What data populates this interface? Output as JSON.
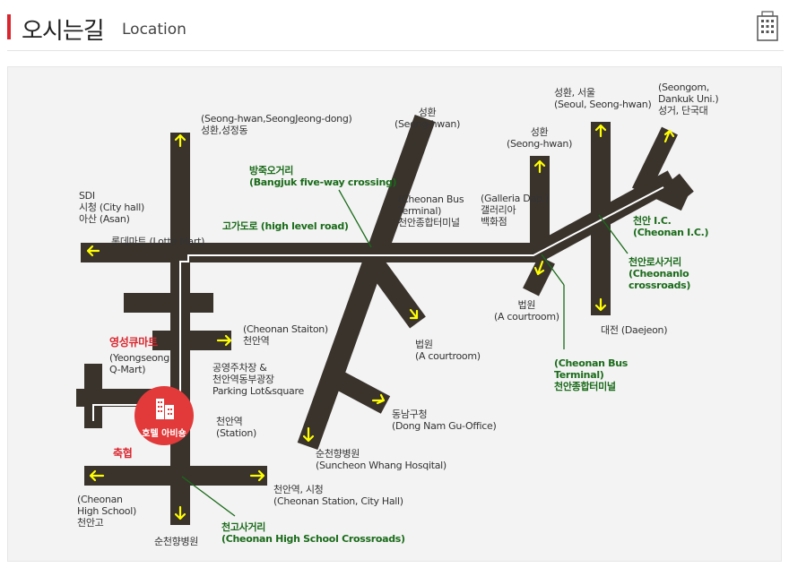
{
  "header": {
    "title_ko": "오시는길",
    "title_en": "Location",
    "building_icon": "building-icon"
  },
  "colors": {
    "road": "#3a332c",
    "arrow": "#ffff00",
    "accent_red": "#d9262e",
    "label_green": "#1a6b1a",
    "hotel_marker": "#e23a3a",
    "map_bg": "#f3f3f3"
  },
  "hotel": {
    "name": "호텔 아비숑",
    "icon": "hotel-building-icon"
  },
  "labels": {
    "seonghwan_seongjeong": "(Seong-hwan,SeongJeong-dong)\n성환,성정동",
    "sdi_asan": "SDI\n시청 (City hall)\n아산 (Asan)",
    "lotte_mart": "롯데마트 (Lotte Mart)",
    "bangjuk": "방죽오거리\n(Bangjuk five-way crossing)",
    "high_level_road": "고가도로 (high level road)",
    "seonghwan_top": "성환\n(Seong-hwan)",
    "terminal_upper": "(Cheonan Bus\nTerminal)\n천안종합터미널",
    "galleria": "(Galleria Dap.)\n갤러리아\n백화점",
    "seonghwan_mid": "성환\n(Seong-hwan)",
    "seonghwan_seoul": "성환, 서울\n(Seoul, Seong-hwan)",
    "seongom": "(Seongom,\nDankuk Uni.)\n성거, 단국대",
    "cheonan_ic": "천안 I.C.\n(Cheonan I.C.)",
    "cheonanro": "천안로사거리\n(Cheonanlo\ncrossroads)",
    "court_right": "법원\n(A courtroom)",
    "daejeon": "대전 (Daejeon)",
    "terminal_lower": "(Cheonan Bus\nTerminal)\n천안종합터미널",
    "cheonan_station_top": "(Cheonan Staiton)\n천안역",
    "yeongseong": "영성큐마트",
    "yeongseong_en": "(Yeongseong\nQ-Mart)",
    "parking": "공영주차장 &\n천안역동부광장\nParking Lot&square",
    "court_center": "법원\n(A courtroom)",
    "station": "천안역\n(Station)",
    "dongnam": "동남구청\n(Dong Nam Gu-Office)",
    "suncheon_center": "순천향병원\n(Suncheon Whang Hosqital)",
    "chukhyeop": "축협",
    "high_school": "(Cheonan\nHigh School)\n천안고",
    "station_cityhall": "천안역, 시청\n(Cheonan Station, City Hall)",
    "suncheon_bottom": "순천향병원",
    "cheongo": "천고사거리\n(Cheonan High School Crossroads)"
  }
}
